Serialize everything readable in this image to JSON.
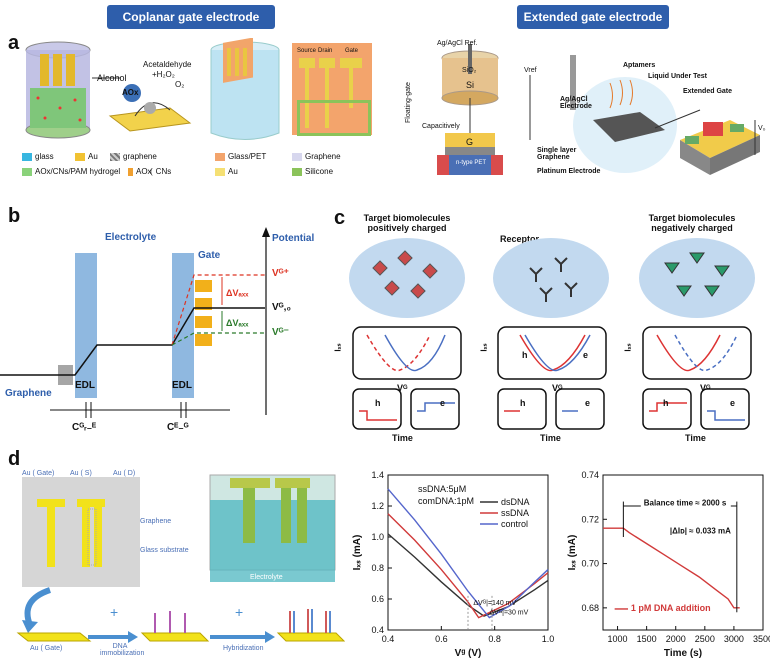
{
  "headers": {
    "coplanar": "Coplanar gate electrode",
    "extended": "Extended gate electrode"
  },
  "panel_labels": {
    "a": "a",
    "b": "b",
    "c": "c",
    "d": "d"
  },
  "panel_a": {
    "left_labels": {
      "alcohol": "Alcohol",
      "acetaldehyde": "Acetaldehyde",
      "h2o2": "+H₂O₂",
      "aox": "AOx",
      "o2": "O₂"
    },
    "left_legend": [
      "glass",
      "Au",
      "graphene",
      "AOx/CNs/PAM hydrogel",
      "AOx",
      "CNs"
    ],
    "mid_legend": [
      "Glass/PET",
      "Graphene",
      "Au",
      "Silicone"
    ],
    "chip_labels": {
      "source": "Source",
      "drain": "Drain",
      "gate": "Gate"
    },
    "right_labels": {
      "ref": "Ag/AgCl Ref.",
      "floating": "Floating-gate",
      "capacitively": "Capacitively",
      "sio2": "SiO₂",
      "si": "Si",
      "g": "G",
      "pet": "n-type PET",
      "vref": "Vref",
      "agagcl": "Ag/AgCl Electrode",
      "aptamers": "Aptamers",
      "liquid": "Liquid Under Test",
      "ext_gate": "Extended Gate",
      "single": "Single layer Graphene",
      "platinum": "Platinum Electrode",
      "vd": "V₀"
    }
  },
  "panel_b": {
    "electrolyte": "Electrolyte",
    "gate": "Gate",
    "potential": "Potential",
    "graphene": "Graphene",
    "edl1": "EDL",
    "edl2": "EDL",
    "vg_plus": "Vᴳ⁺",
    "vg0": "Vᴳ,₀",
    "vg_minus": "Vᴳ⁻",
    "dv1": "ΔVₐₓₓ",
    "dv2": "ΔVₐₓₓ",
    "c_gre": "Cᴳᵣ₋ᴱ",
    "c_eg": "Cᴱ₋ᴳ"
  },
  "panel_c": {
    "col_titles": [
      "Target biomolecules positively charged",
      "Receptor",
      "Target biomolecules negatively charged"
    ],
    "ids": "Iₓₛ",
    "vg": "Vᴳ",
    "time": "Time",
    "h": "h",
    "e": "e"
  },
  "panel_d": {
    "chip_labels": [
      "Au ( Gate)",
      "Au ( S)",
      "Au ( D)"
    ],
    "graphene": "Graphene",
    "glass": "Glass substrate",
    "electrolyte": "Electrolyte",
    "au_gate": "Au ( Gate)",
    "dna_imm": "DNA immobilization",
    "hybrid": "Hybridization"
  },
  "chart_data": [
    {
      "type": "line",
      "xlabel": "Vᵍ (V)",
      "ylabel": "Iₓₛ (mA)",
      "xlim": [
        0.4,
        1.0
      ],
      "ylim": [
        0.4,
        1.4
      ],
      "xticks": [
        "0.4",
        "0.6",
        "0.8",
        "1.0"
      ],
      "yticks": [
        "0.4",
        "0.6",
        "0.8",
        "1.0",
        "1.2",
        "1.4"
      ],
      "annotations": [
        "ssDNA:5μM",
        "comDNA:1pM",
        "ΔVᴳ|=140 mV",
        "ΔVᴳ|=30 mV"
      ],
      "series": [
        {
          "name": "dsDNA",
          "color": "#333333",
          "x": [
            0.4,
            0.5,
            0.6,
            0.7,
            0.76,
            0.85,
            0.95,
            1.0
          ],
          "y": [
            1.02,
            0.87,
            0.71,
            0.56,
            0.49,
            0.55,
            0.66,
            0.72
          ]
        },
        {
          "name": "ssDNA",
          "color": "#d13a3a",
          "x": [
            0.4,
            0.5,
            0.6,
            0.7,
            0.74,
            0.85,
            0.95,
            1.0
          ],
          "y": [
            1.15,
            0.98,
            0.79,
            0.58,
            0.48,
            0.57,
            0.7,
            0.77
          ]
        },
        {
          "name": "control",
          "color": "#5566cc",
          "x": [
            0.4,
            0.5,
            0.6,
            0.7,
            0.78,
            0.86,
            0.95,
            1.0
          ],
          "y": [
            1.31,
            1.11,
            0.89,
            0.65,
            0.48,
            0.56,
            0.71,
            0.79
          ]
        }
      ]
    },
    {
      "type": "line",
      "xlabel": "Time (s)",
      "ylabel": "Iₓₛ (mA)",
      "xlim": [
        750,
        3500
      ],
      "ylim": [
        0.67,
        0.74
      ],
      "xticks": [
        "1000",
        "1500",
        "2000",
        "2500",
        "3000",
        "3500"
      ],
      "yticks": [
        "0.68",
        "0.70",
        "0.72",
        "0.74"
      ],
      "annotations": [
        "Balance time ≈ 2000 s",
        "|ΔIᴅ| ≈ 0.033 mA"
      ],
      "series": [
        {
          "name": "1 pM DNA addition",
          "color": "#d13a3a",
          "x": [
            750,
            1100,
            1200,
            1500,
            1800,
            2100,
            2400,
            2700,
            2900,
            3000,
            3100
          ],
          "y": [
            0.716,
            0.716,
            0.714,
            0.709,
            0.704,
            0.699,
            0.694,
            0.688,
            0.684,
            0.68,
            0.68
          ]
        }
      ]
    }
  ]
}
